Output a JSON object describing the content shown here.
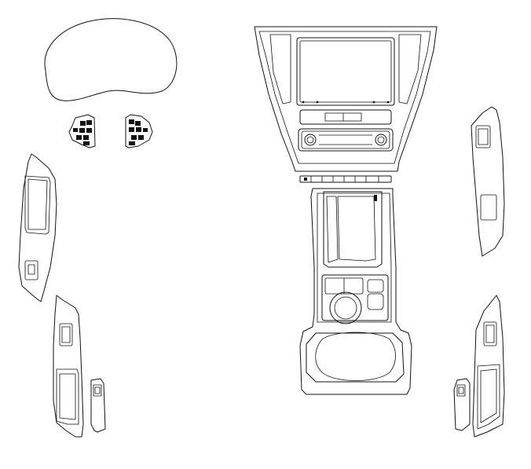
{
  "diagram": {
    "description_visible_text": "",
    "colors": {
      "line": "#111111",
      "background": "#ffffff"
    },
    "parts": [
      "instrument-cluster-cover",
      "steering-switch-left",
      "steering-switch-right",
      "door-trim-front-left",
      "door-trim-rear-left",
      "window-switch-rear-left",
      "center-dash-panel",
      "center-console",
      "door-trim-front-right",
      "door-trim-rear-right",
      "window-switch-rear-right"
    ]
  }
}
